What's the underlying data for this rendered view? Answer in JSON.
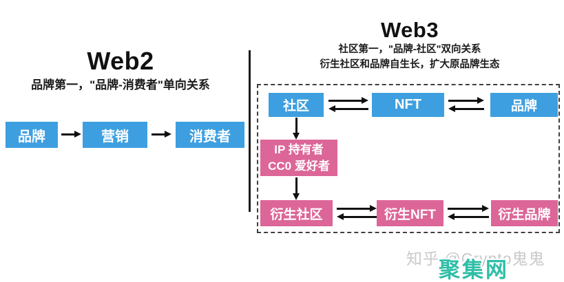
{
  "colors": {
    "blue": "#3E9FE0",
    "pink": "#DC6698",
    "teal": "#2FBEA7",
    "gray_watermark": "#C9C9C9"
  },
  "web2": {
    "title": "Web2",
    "subtitle": "品牌第一，\"品牌-消费者\"单向关系",
    "nodes": [
      "品牌",
      "营销",
      "消费者"
    ]
  },
  "web3": {
    "title": "Web3",
    "subtitle_line1": "社区第一，\"品牌-社区\"双向关系",
    "subtitle_line2": "衍生社区和品牌自生长，扩大原品牌生态",
    "top_nodes": [
      "社区",
      "NFT",
      "品牌"
    ],
    "ip_node": {
      "line1": "IP 持有者",
      "line2": "CC0 爱好者"
    },
    "bottom_nodes": [
      "衍生社区",
      "衍生NFT",
      "衍生品牌"
    ]
  },
  "watermark": {
    "author": "知乎 @Crypto鬼鬼",
    "site": "聚集网"
  }
}
